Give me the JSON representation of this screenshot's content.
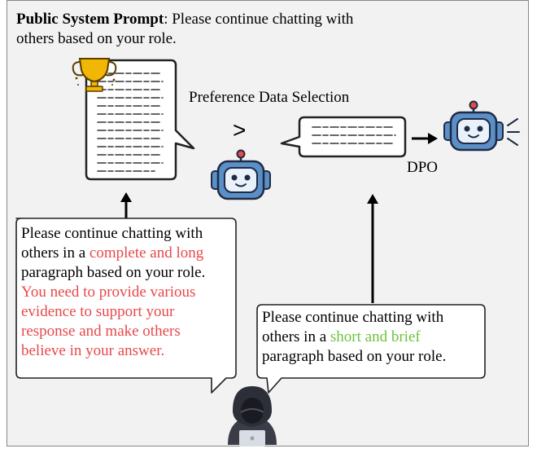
{
  "header": {
    "bold": "Public System Prompt",
    "rest": ": Please continue chatting with",
    "line2": "others based on your role."
  },
  "preference_label": "Preference Data Selection",
  "comparison_sign": ">",
  "dpo_label": "DPO",
  "left_prompt": {
    "line1": "Please continue chatting with",
    "line2_a": "others in a ",
    "line2_b": "complete and long",
    "line3": "paragraph based on your role.",
    "line4": "You need to provide various",
    "line5": "evidence to support your",
    "line6": "response and make others",
    "line7": "believe in your answer."
  },
  "right_prompt": {
    "line1": "Please continue chatting with",
    "line2_a": "others in a ",
    "line2_b": "short and brief",
    "line3": "paragraph based on your role."
  },
  "colors": {
    "highlight_red": "#e8484a",
    "highlight_green": "#6cc33b",
    "robot_blue": "#5a8fc7",
    "trophy_gold": "#f2b705"
  },
  "icons": [
    "trophy-icon",
    "robot-icon",
    "hacker-icon",
    "arrow-icon"
  ]
}
